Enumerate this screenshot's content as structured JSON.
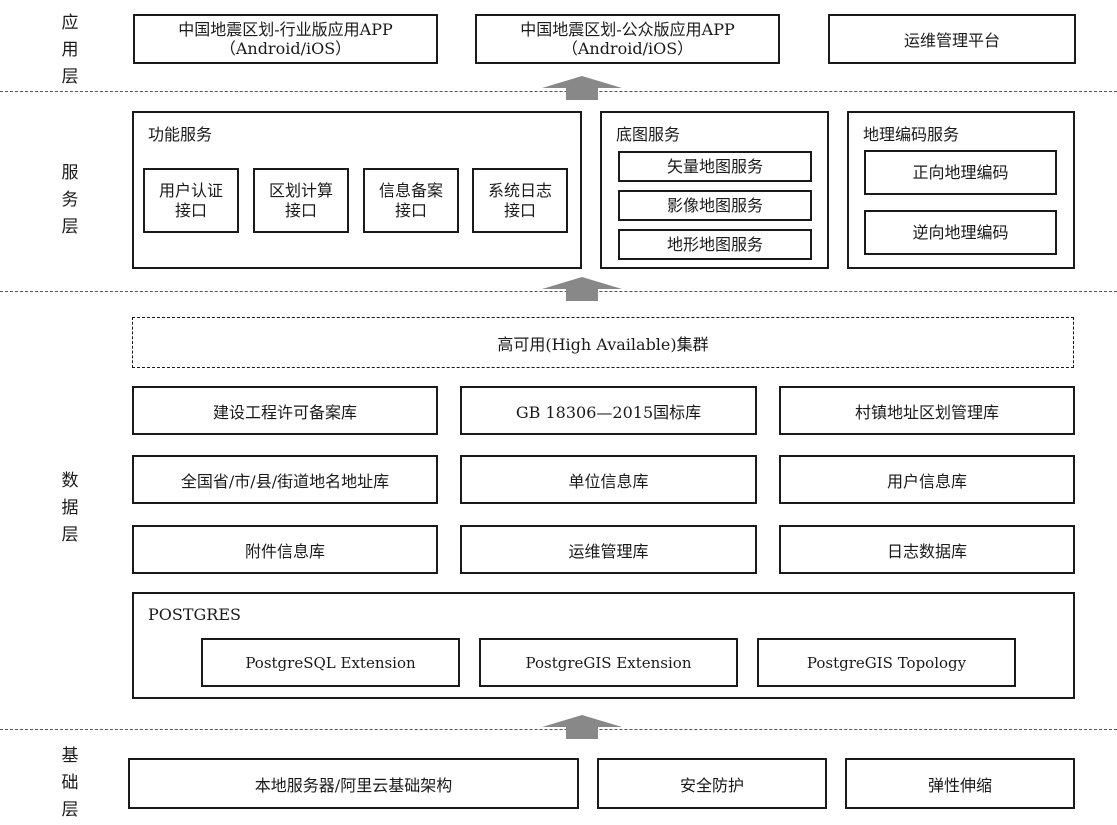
{
  "layers": {
    "app": [
      "应",
      "用",
      "层"
    ],
    "service": [
      "服",
      "务",
      "层"
    ],
    "data": [
      "数",
      "据",
      "层"
    ],
    "base": [
      "基",
      "础",
      "层"
    ]
  },
  "app_layer": {
    "industry_app": {
      "line1": "中国地震区划-行业版应用APP",
      "line2": "（Android/iOS）"
    },
    "public_app": {
      "line1": "中国地震区划-公众版应用APP",
      "line2": "（Android/iOS）"
    },
    "ops_platform": "运维管理平台"
  },
  "service_layer": {
    "function_service": {
      "title": "功能服务",
      "items": [
        {
          "line1": "用户认证",
          "line2": "接口"
        },
        {
          "line1": "区划计算",
          "line2": "接口"
        },
        {
          "line1": "信息备案",
          "line2": "接口"
        },
        {
          "line1": "系统日志",
          "line2": "接口"
        }
      ]
    },
    "basemap_service": {
      "title": "底图服务",
      "items": [
        "矢量地图服务",
        "影像地图服务",
        "地形地图服务"
      ]
    },
    "geocoding_service": {
      "title": "地理编码服务",
      "items": [
        "正向地理编码",
        "逆向地理编码"
      ]
    }
  },
  "data_layer": {
    "ha_cluster": "高可用(High Available)集群",
    "databases": [
      "建设工程许可备案库",
      "GB 18306—2015国标库",
      "村镇地址区划管理库",
      "全国省/市/县/街道地名地址库",
      "单位信息库",
      "用户信息库",
      "附件信息库",
      "运维管理库",
      "日志数据库"
    ],
    "postgres": {
      "title": "POSTGRES",
      "extensions": [
        "PostgreSQL Extension",
        "PostgreGIS Extension",
        "PostgreGIS Topology"
      ]
    }
  },
  "base_layer": {
    "items": [
      "本地服务器/阿里云基础架构",
      "安全防护",
      "弹性伸缩"
    ]
  },
  "colors": {
    "line": "#1a1a1a",
    "arrow": "#888888",
    "divider": "#555555"
  }
}
